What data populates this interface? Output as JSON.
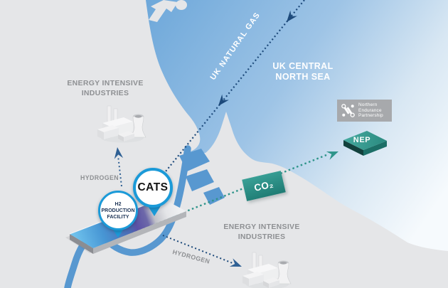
{
  "map_labels": {
    "uk_natural_gas": "UK NATURAL GAS",
    "uk_central_north_sea": "UK CENTRAL\nNORTH SEA",
    "energy_intensive_top": "ENERGY INTENSIVE\nINDUSTRIES",
    "energy_intensive_bottom": "ENERGY INTENSIVE\nINDUSTRIES",
    "hydrogen_left": "HYDROGEN",
    "hydrogen_bottom": "HYDROGEN",
    "co2": "CO₂",
    "nep_platform": "NEP"
  },
  "markers": {
    "cats": {
      "label": "CATS"
    },
    "h2_facility": {
      "label": "H2\nPRODUCTION\nFACILITY"
    }
  },
  "nep_logo": {
    "text": "Northern\nEndurance\nPartnership"
  },
  "colors": {
    "sea_deep": "#6ea8da",
    "sea_pale": "#f6fafd",
    "land_gray": "#e5e6e8",
    "river_blue": "#5898d0",
    "gas_line_navy": "#1d4a7b",
    "hydrogen_line_blue": "#2f6094",
    "co2_teal": "#2e948a",
    "marker_ring_blue": "#1b9ad8",
    "nep_logo_gray": "#a7a9ac",
    "label_gray": "#8e9093",
    "platform_teal": "#2f9187",
    "slab_purple": "#5b51a6",
    "slab_blue": "#4796d4"
  }
}
